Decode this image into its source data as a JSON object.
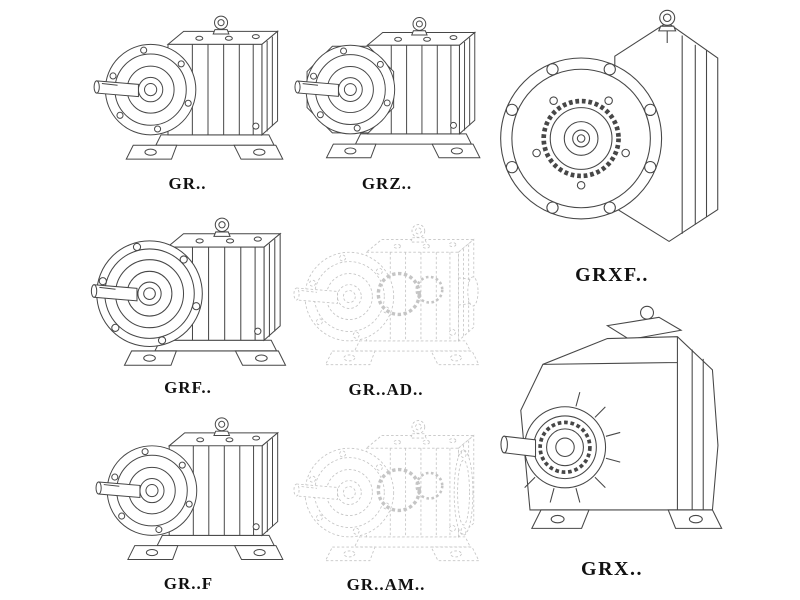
{
  "page": {
    "background": "#ffffff"
  },
  "colors": {
    "line": "#474747",
    "ghost_line": "#c5c5c5",
    "label": "#111111"
  },
  "catalog": {
    "models": [
      {
        "id": "gr",
        "label": "GR..",
        "style": "solid"
      },
      {
        "id": "grz",
        "label": "GRZ..",
        "style": "solid"
      },
      {
        "id": "grxf",
        "label": "GRXF..",
        "style": "solid"
      },
      {
        "id": "grf",
        "label": "GRF..",
        "style": "solid"
      },
      {
        "id": "gr-ad",
        "label": "GR..AD..",
        "style": "ghost"
      },
      {
        "id": "gr-f",
        "label": "GR..F",
        "style": "solid"
      },
      {
        "id": "gr-am",
        "label": "GR..AM..",
        "style": "ghost"
      },
      {
        "id": "grx",
        "label": "GRX..",
        "style": "solid"
      }
    ]
  }
}
